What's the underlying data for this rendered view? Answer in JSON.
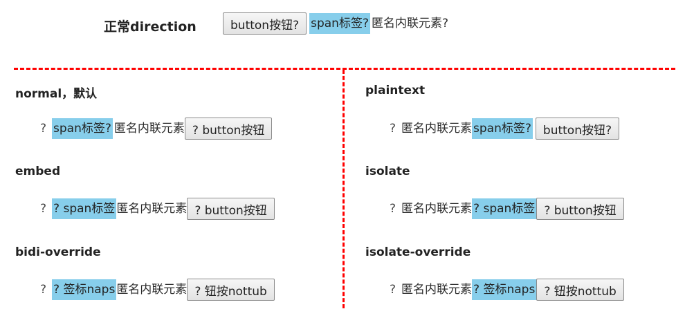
{
  "top": {
    "label": "正常direction",
    "button_text": "button按钮?",
    "span_text": "span标签?",
    "anon_text": "匿名内联元素?"
  },
  "left": {
    "normal": {
      "title": "normal，默认",
      "question": "?",
      "span_text": "span标签?",
      "anon_text": "匿名内联元素",
      "button_text": "? button按钮"
    },
    "embed": {
      "title": "embed",
      "question": "?",
      "span_text": "? span标签",
      "anon_text": "匿名内联元素",
      "button_text": "? button按钮"
    },
    "bidi_override": {
      "title": "bidi-override",
      "question": "?",
      "span_text": "? 签标naps",
      "anon_text": "匿名内联元素",
      "button_text": "? 钮按nottub"
    }
  },
  "right": {
    "plaintext": {
      "title": "plaintext",
      "question": "?",
      "anon_text": "匿名内联元素",
      "span_text": "span标签?",
      "button_text": "button按钮?"
    },
    "isolate": {
      "title": "isolate",
      "question": "?",
      "anon_text": "匿名内联元素",
      "span_text": "? span标签",
      "button_text": "? button按钮"
    },
    "isolate_override": {
      "title": "isolate-override",
      "question": "?",
      "anon_text": "匿名内联元素",
      "span_text": "? 签标naps",
      "button_text": "? 钮按nottub"
    }
  },
  "colors": {
    "divider": "#ff0000",
    "span_highlight": "#87ceeb"
  }
}
